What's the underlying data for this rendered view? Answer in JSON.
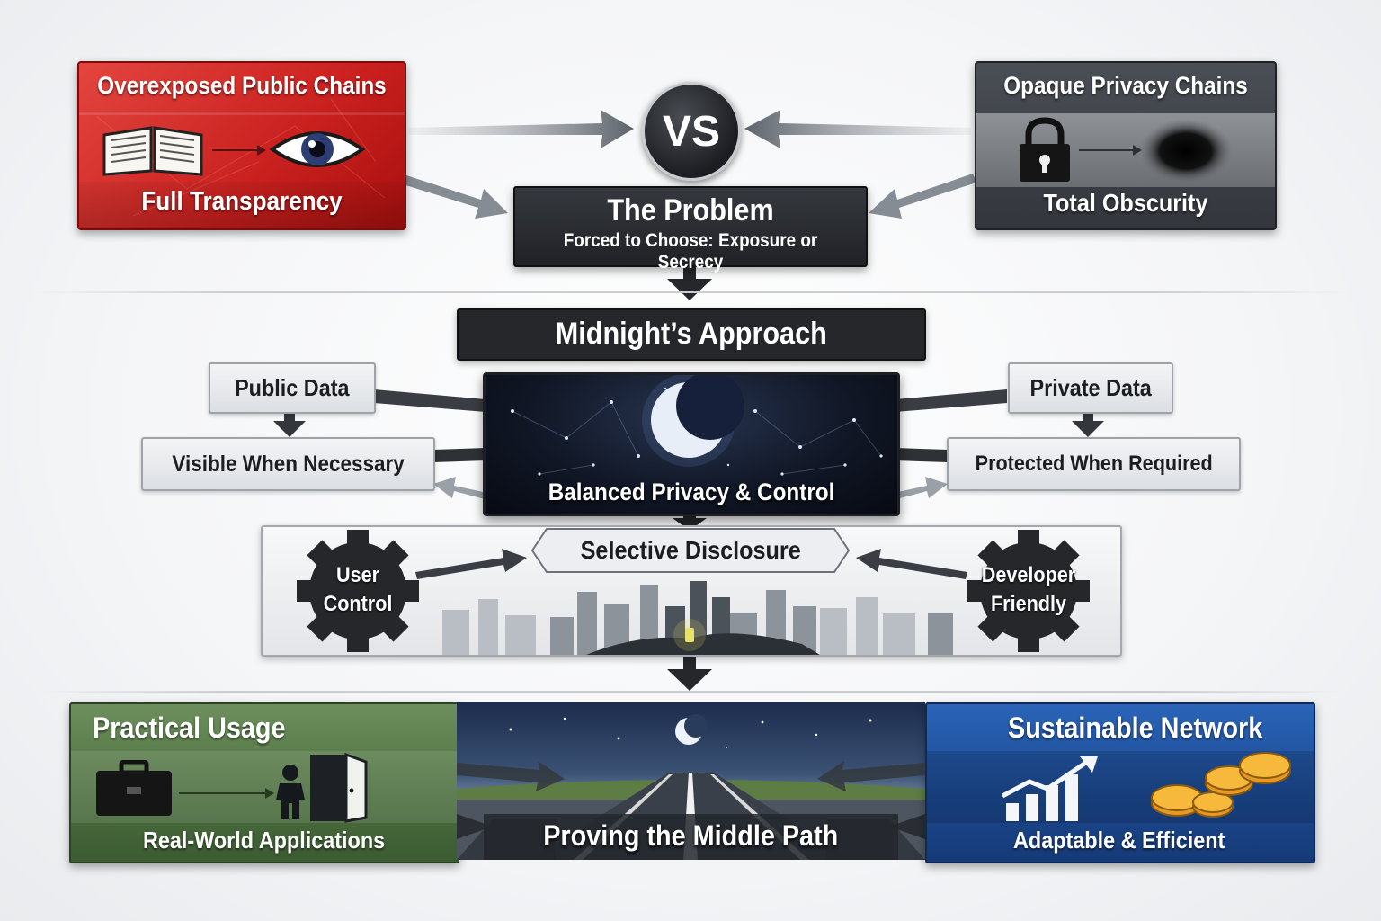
{
  "top": {
    "left_card": {
      "title": "Overexposed Public Chains",
      "subtitle": "Full Transparency",
      "icons": [
        "open-book-icon",
        "eye-icon"
      ]
    },
    "vs_label": "VS",
    "right_card": {
      "title": "Opaque Privacy Chains",
      "subtitle": "Total Obscurity",
      "icons": [
        "padlock-icon",
        "dark-void-icon"
      ]
    },
    "problem": {
      "title": "The Problem",
      "subtitle": "Forced to Choose: Exposure or Secrecy"
    }
  },
  "middle": {
    "approach_title": "Midnight’s Approach",
    "public_data": "Public Data",
    "visible_when": "Visible When Necessary",
    "private_data": "Private Data",
    "protected_when": "Protected When Required",
    "center_label": "Balanced Privacy & Control",
    "selective_disclosure": "Selective Disclosure",
    "gear_left": {
      "line1": "User",
      "line2": "Control"
    },
    "gear_right": {
      "line1": "Developer",
      "line2": "Friendly"
    }
  },
  "bottom": {
    "left_card": {
      "title": "Practical Usage",
      "subtitle": "Real-World Applications",
      "icons": [
        "briefcase-icon",
        "person-icon",
        "door-icon"
      ]
    },
    "center_label": "Proving the Middle Path",
    "right_card": {
      "title": "Sustainable Network",
      "subtitle": "Adaptable & Efficient",
      "icons": [
        "growth-chart-icon",
        "coins-icon"
      ]
    }
  },
  "colors": {
    "red": "#c9201e",
    "dark": "#25272b",
    "green": "#4f7141",
    "blue": "#1d4b93",
    "night": "#111726",
    "moon": "#e8eef8"
  }
}
